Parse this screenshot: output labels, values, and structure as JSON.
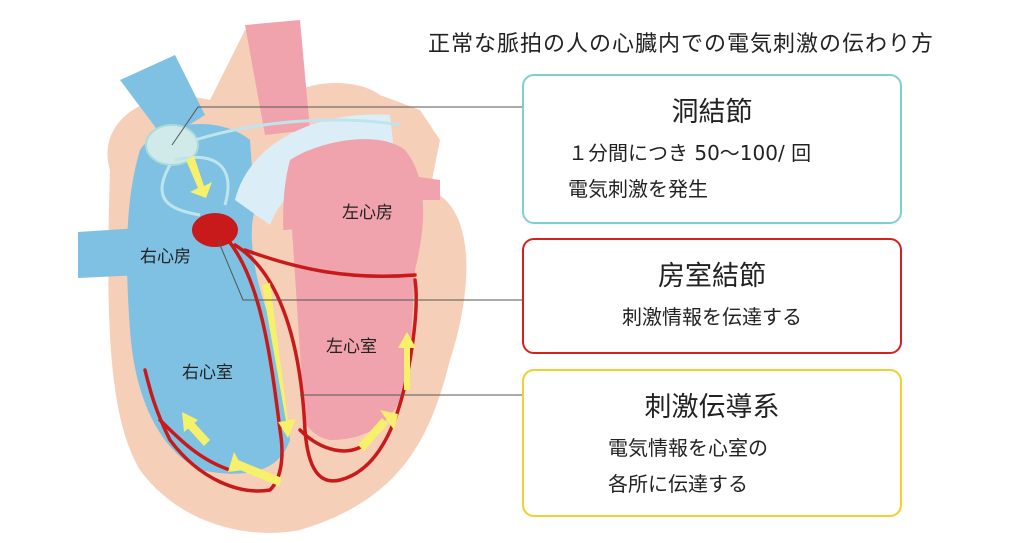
{
  "title": "正常な脈拍の人の心臓内での電気刺激の伝わり方",
  "labels": {
    "right_atrium": "右心房",
    "left_atrium": "左心房",
    "right_ventricle": "右心室",
    "left_ventricle": "左心室"
  },
  "boxes": {
    "sa_node": {
      "title": "洞結節",
      "lines": [
        "１分間につき 50〜100/ 回",
        "電気刺激を発生"
      ],
      "border_color": "#7ecfd0"
    },
    "av_node": {
      "title": "房室結節",
      "lines": [
        "刺激情報を伝達する"
      ],
      "border_color": "#d62020"
    },
    "conduction": {
      "title": "刺激伝導系",
      "lines": [
        "電気情報を心室の",
        "各所に伝達する"
      ],
      "border_color": "#f0d030"
    }
  },
  "colors": {
    "right_heart": "#7fc1e3",
    "left_heart": "#f1a3ad",
    "muscle": "#f6cfb8",
    "conduction": "#c81a1a",
    "sa_node": "#cfeae8",
    "arrow": "#f7f06a"
  }
}
